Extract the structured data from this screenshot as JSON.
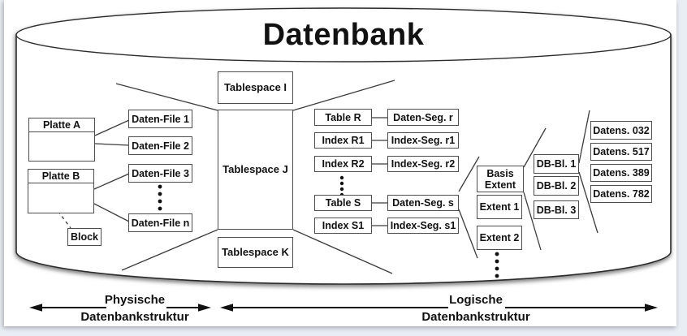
{
  "title": "Datenbank",
  "physical": {
    "disk_a": "Platte A",
    "disk_b": "Platte B",
    "block": "Block",
    "files": [
      "Daten-File 1",
      "Daten-File 2",
      "Daten-File 3",
      "Daten-File n"
    ]
  },
  "tablespaces": [
    "Tablespace I",
    "Tablespace J",
    "Tablespace K"
  ],
  "tables": [
    "Table R",
    "Index R1",
    "Index R2",
    "Table S",
    "Index S1"
  ],
  "segments": [
    "Daten-Seg. r",
    "Index-Seg. r1",
    "Index-Seg. r2",
    "Daten-Seg. s",
    "Index-Seg. s1"
  ],
  "extents": [
    "Basis Extent",
    "Extent 1",
    "Extent 2"
  ],
  "db_blocks": [
    "DB-Bl. 1",
    "DB-Bl. 2",
    "DB-Bl. 3"
  ],
  "records": [
    "Datens. 032",
    "Datens. 517",
    "Datens. 389",
    "Datens. 782"
  ],
  "legend": {
    "physical_line1": "Physische",
    "physical_line2": "Datenbankstruktur",
    "logical_line1": "Logische",
    "logical_line2": "Datenbankstruktur"
  },
  "colors": {
    "line": "#3c3c3c",
    "box_border": "#4e4e4e",
    "background": "#e9edf4"
  }
}
